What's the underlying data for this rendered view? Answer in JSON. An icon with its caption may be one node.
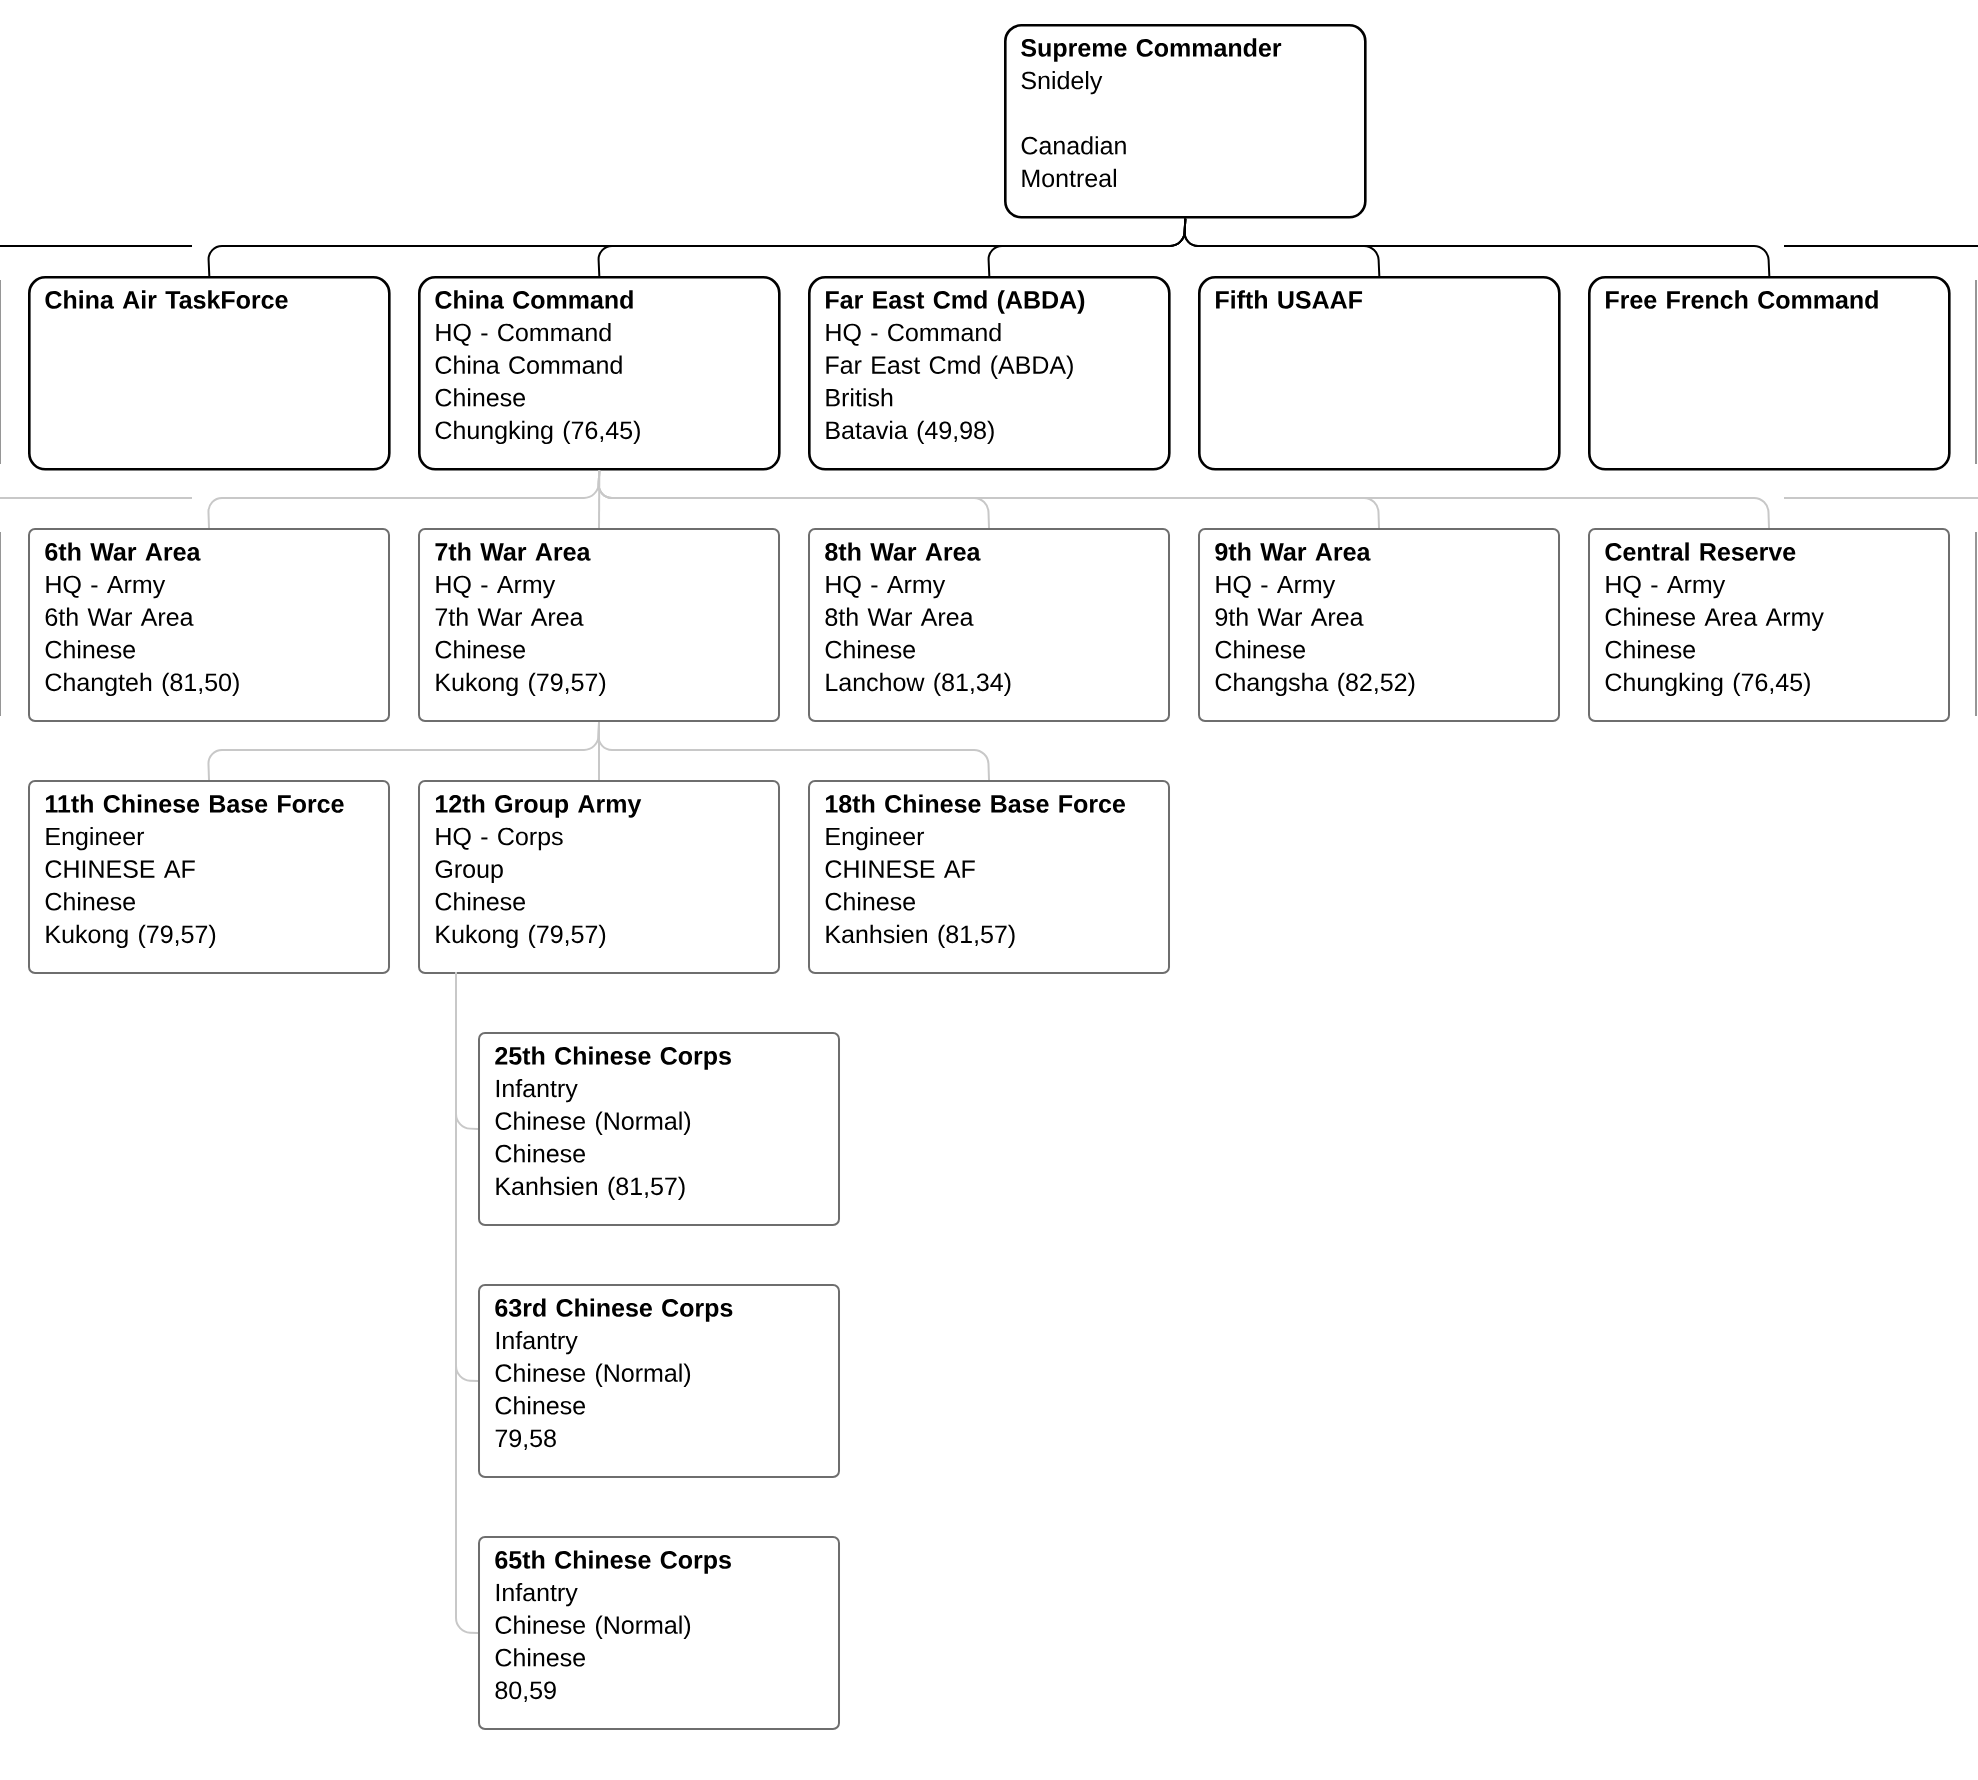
{
  "diagram": {
    "nodes": [
      {
        "text": [
          "Supreme Commander",
          "Snidely",
          "Canadian",
          "Montreal"
        ]
      },
      {
        "text": [],
        "shape": "box"
      },
      {
        "text": [
          "China Air TaskForce"
        ]
      },
      {
        "text": [
          "China Command",
          "HQ - Command",
          "China Command",
          "Chinese",
          "Chungking (76,45)"
        ]
      },
      {
        "text": [
          "Far East Cmd (ABDA)",
          "HQ - Command",
          "Far East Cmd (ABDA)",
          "British",
          "Batavia (49,98)"
        ]
      },
      {
        "text": [
          "Fifth USAAF"
        ]
      },
      {
        "text": [
          "Free French Command"
        ]
      },
      {
        "text": [],
        "shape": "box"
      },
      {
        "text": [],
        "shape": "box"
      },
      {
        "text": [
          "6th War Area",
          "HQ - Army",
          "6th War Area",
          "Chinese",
          "Changteh (81,50)"
        ]
      },
      {
        "text": [
          "7th War Area",
          "HQ - Army",
          "7th War Area",
          "Chinese",
          "Kukong (79,57)"
        ]
      },
      {
        "text": [
          "8th War Area",
          "HQ - Army",
          "8th War Area",
          "Chinese",
          "Lanchow (81,34)"
        ]
      },
      {
        "text": [
          "9th War Area",
          "HQ - Army",
          "9th War Area",
          "Chinese",
          "Changsha (82,52)"
        ]
      },
      {
        "text": [
          "Central Reserve",
          "HQ - Army",
          "Chinese Area Army",
          "Chinese",
          "Chungking (76,45)"
        ]
      },
      {
        "text": [],
        "shape": "box"
      },
      {
        "text": [
          "11th Chinese Base Force",
          "Engineer",
          "CHINESE AF",
          "Chinese",
          "Kukong (79,57)"
        ]
      },
      {
        "text": [
          "12th Group Army",
          "HQ - Corps",
          "Group",
          "Chinese",
          "Kukong (79,57)"
        ]
      },
      {
        "text": [
          "18th Chinese Base Force",
          "Engineer",
          "CHINESE AF",
          "Chinese",
          "Kanhsien (81,57)"
        ]
      },
      {
        "text": [
          "25th Chinese Corps",
          "Infantry",
          "Chinese (Normal)",
          "Chinese",
          "Kanhsien (81,57)"
        ]
      },
      {
        "text": [
          "63rd Chinese Corps",
          "Infantry",
          "Chinese (Normal)",
          "Chinese",
          "79,58"
        ]
      },
      {
        "text": [
          "65th Chinese Corps",
          "Infantry",
          "Chinese (Normal)",
          "Chinese",
          "80,59"
        ]
      }
    ],
    "edges": [
      {
        "from": 0,
        "to": 2,
        "arrow": "none",
        "color": "#000000"
      },
      {
        "from": 0,
        "to": 3,
        "arrow": "none",
        "color": "#000000"
      },
      {
        "from": 0,
        "to": 4,
        "arrow": "none",
        "color": "#000000"
      },
      {
        "from": 0,
        "to": 5,
        "arrow": "none",
        "color": "#000000"
      },
      {
        "from": 0,
        "to": 6,
        "arrow": "none",
        "color": "#000000"
      },
      {
        "from": 3,
        "to": 9,
        "arrow": "none"
      },
      {
        "from": 3,
        "to": 10,
        "arrow": "none"
      },
      {
        "from": 3,
        "to": 11,
        "arrow": "none"
      },
      {
        "from": 3,
        "to": 12,
        "arrow": "none"
      },
      {
        "from": 3,
        "to": 13,
        "arrow": "none"
      },
      {
        "from": 10,
        "to": 15,
        "arrow": "none"
      },
      {
        "from": 10,
        "to": 16,
        "arrow": "none"
      },
      {
        "from": 10,
        "to": 17,
        "arrow": "none"
      },
      {
        "from": 16,
        "to": 18,
        "arrow": "none"
      },
      {
        "from": 16,
        "to": 19,
        "arrow": "none"
      },
      {
        "from": 16,
        "to": 20,
        "arrow": "none"
      }
    ]
  }
}
